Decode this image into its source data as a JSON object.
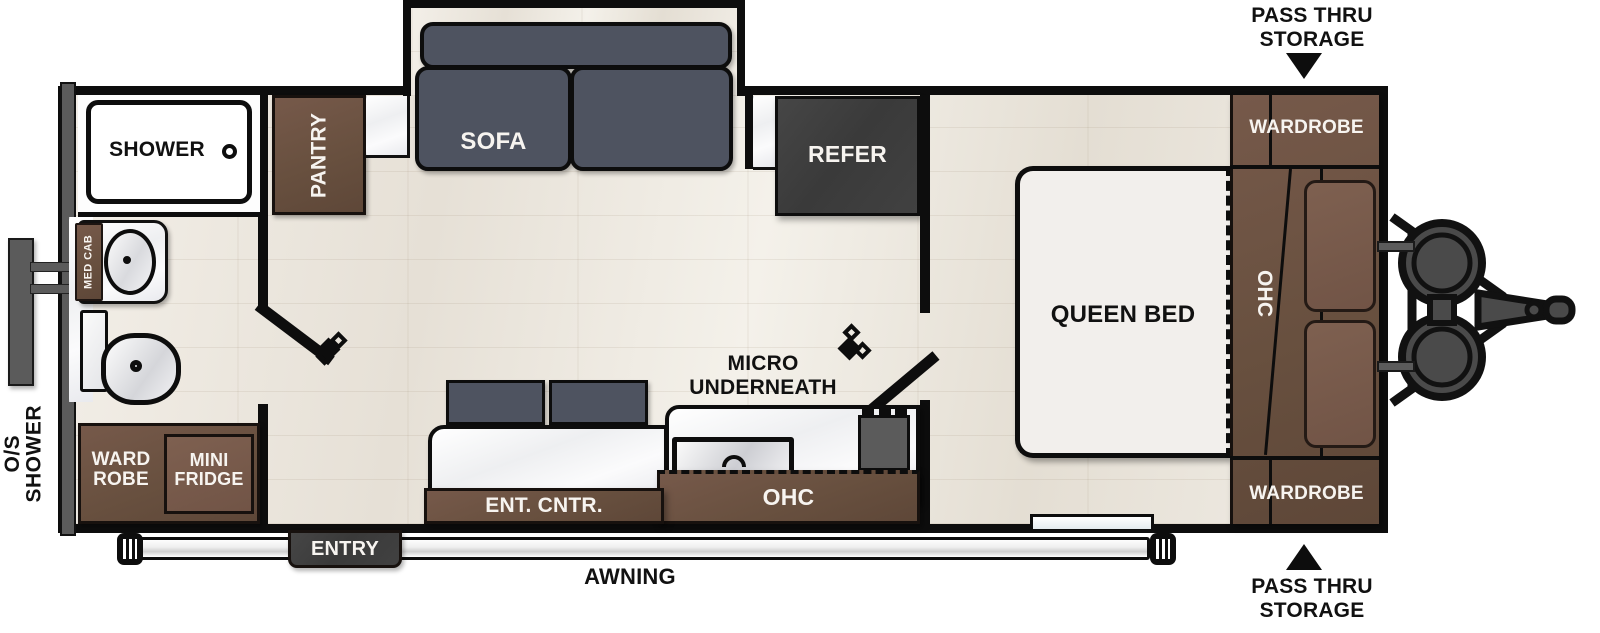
{
  "diagram": {
    "type": "rv-travel-trailer-floorplan",
    "orientation": "plan-view",
    "hitch_side": "right"
  },
  "rooms": {
    "bathroom": {
      "shower_label": "SHOWER",
      "med_cab_label": "MED CAB",
      "wardrobe_label": "WARD\nROBE",
      "mini_fridge_label": "MINI\nFRIDGE",
      "outside_shower_label": "O/S\nSHOWER"
    },
    "living": {
      "pantry_label": "PANTRY",
      "sofa_label": "SOFA",
      "refer_label": "REFER",
      "ent_cntr_label": "ENT. CNTR.",
      "ohc_label": "OHC",
      "micro_label": "MICRO\nUNDERNEATH"
    },
    "bedroom": {
      "queen_bed_label": "QUEEN BED",
      "ohc_label": "OHC",
      "wardrobe_top_label": "WARDROBE",
      "wardrobe_bottom_label": "WARDROBE"
    }
  },
  "exterior": {
    "entry_label": "ENTRY",
    "awning_label": "AWNING",
    "pass_thru_top_label": "PASS THRU\nSTORAGE",
    "pass_thru_bottom_label": "PASS THRU\nSTORAGE"
  },
  "colors": {
    "cabinet_brown": "#6c5242",
    "cabinet_brown_light": "#77594a",
    "appliance_dark": "#3c3c3c",
    "cushion_slate": "#4e5360",
    "floor_wood": "#e9e4dc",
    "counter_marble": "#f6f6f7",
    "mattress_white": "#f2efec",
    "outline_black": "#0d0d0d",
    "label_light": "#f7f4f0",
    "label_dark": "#111111"
  },
  "icons": {
    "shower_drain": "shower-drain-icon",
    "sink_drain": "sink-drain-icon",
    "toilet_flush": "toilet-icon",
    "door_swing": "door-swing-icon",
    "arrow_down": "arrow-down-icon",
    "arrow_up": "arrow-up-icon",
    "propane_tank": "propane-tank-icon",
    "hitch": "a-frame-hitch-icon",
    "stabilizer_jack": "stabilizer-jack-icon"
  }
}
